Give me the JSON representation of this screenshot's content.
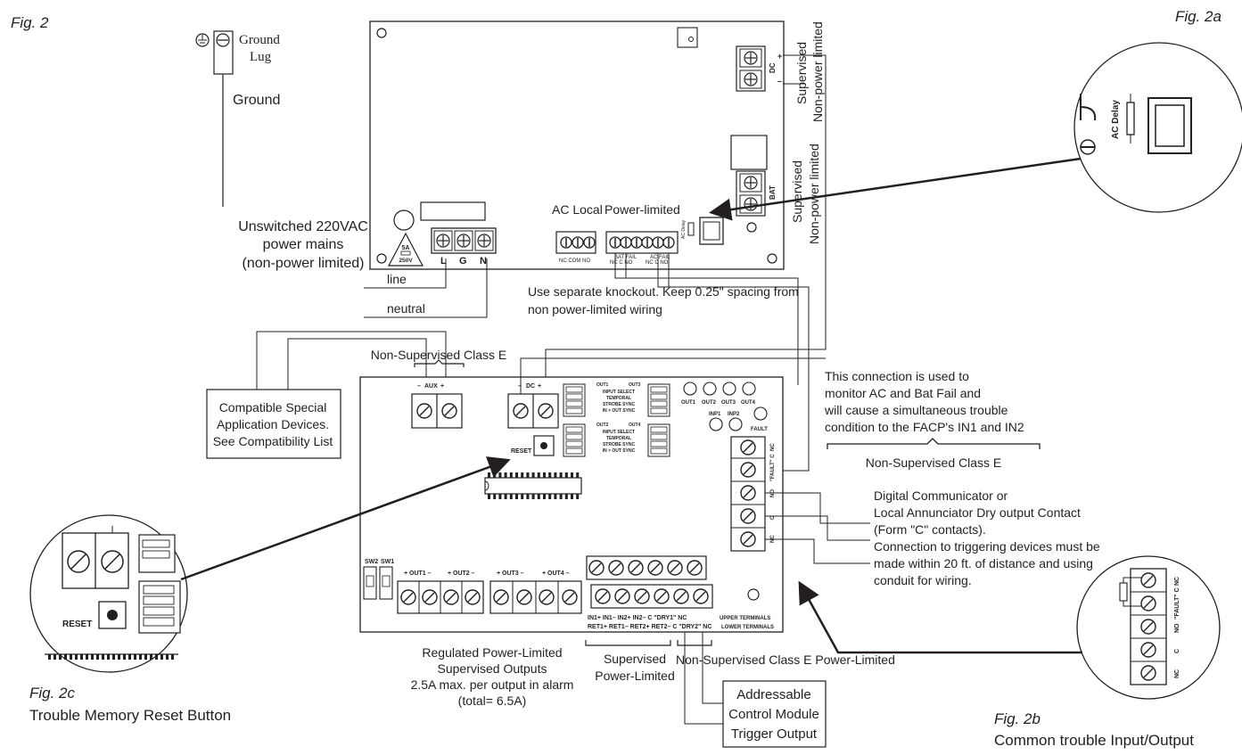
{
  "figures": {
    "fig2": "Fig. 2",
    "fig2a": "Fig. 2a",
    "fig2b": "Fig. 2b",
    "fig2b_caption": "Common trouble Input/Output",
    "fig2c": "Fig. 2c",
    "fig2c_caption": "Trouble Memory Reset Button"
  },
  "ground": {
    "lug_line1": "Ground",
    "lug_line2": "Lug",
    "label": "Ground"
  },
  "mains": {
    "line1": "Unswitched 220VAC",
    "line2": "power mains",
    "line3": "(non-power limited)",
    "line": "line",
    "neutral": "neutral",
    "fuse_rating": "5A",
    "fuse_voltage": "250V",
    "terminals": [
      "L",
      "G",
      "N"
    ]
  },
  "upper_board": {
    "ac_local": "AC Local",
    "power_limited": "Power-limited",
    "ac_local_terminals": "NC COM NO",
    "bat_fail": "BAT FAIL",
    "ac_fail": "AC FAIL",
    "fail_terms": "NC  C  NO",
    "ac_delay": "AC Delay",
    "dc": "DC",
    "bat": "BAT",
    "supervised_dc_1": "Supervised",
    "supervised_dc_2": "Non-power limited",
    "supervised_bat_1": "Supervised",
    "supervised_bat_2": "Non-power limited",
    "knockout_1": "Use separate knockout. Keep 0.25\" spacing from",
    "knockout_2": "non power-limited wiring"
  },
  "lower_board": {
    "class_e_top": "Non-Supervised Class E",
    "aux": "AUX",
    "dc": "DC",
    "out1": "OUT1",
    "out2": "OUT2",
    "out3": "OUT3",
    "out4": "OUT4",
    "input_select": "INPUT SELECT",
    "temporal": "TEMPORAL",
    "strobe_sync": "STROBE SYNC",
    "in_out_sync": "IN > OUT SYNC",
    "inp1": "INP1",
    "inp2": "INP2",
    "fault": "FAULT",
    "reset": "RESET",
    "sw2": "SW2",
    "sw1": "SW1",
    "out_labels": [
      "+ OUT1 –",
      "+ OUT2 –",
      "+ OUT3 –",
      "+ OUT4 –"
    ],
    "upper_terms": "IN1+  IN1–   IN2+  IN2–  C  \"DRY1\" NC",
    "lower_terms": "RET1+ RET1– RET2+ RET2–  C  \"DRY2\" NC",
    "upper_terminals": "UPPER TERMINALS",
    "lower_terminals": "LOWER TERMINALS",
    "fault_side": [
      "NC",
      "\"FAULT\"  C",
      "NO",
      "C",
      "NC"
    ]
  },
  "devices": {
    "line1": "Compatible Special",
    "line2": "Application Devices.",
    "line3": "See Compatibility List"
  },
  "connection_note": {
    "line1": "This connection is used to",
    "line2": "monitor AC and Bat Fail and",
    "line3": "will cause a simultaneous trouble",
    "line4": "condition to the FACP's IN1 and IN2",
    "class_e": "Non-Supervised Class E"
  },
  "communicator": {
    "line1": "Digital Communicator or",
    "line2": "Local Annunciator Dry output Contact",
    "line3": "(Form \"C\" contacts).",
    "line4": "Connection to triggering devices must be",
    "line5": "made within 20 ft. of distance and using",
    "line6": "conduit for wiring."
  },
  "regulated": {
    "line1": "Regulated Power-Limited",
    "line2": "Supervised Outputs",
    "line3": "2.5A max. per output in alarm",
    "line4": "(total= 6.5A)"
  },
  "bottom": {
    "supervised_1": "Supervised",
    "supervised_2": "Power-Limited",
    "class_e_pl": "Non-Supervised Class E Power-Limited",
    "acm_1": "Addressable",
    "acm_2": "Control Module",
    "acm_3": "Trigger Output"
  },
  "zoom_2a": {
    "ac_delay": "AC Delay"
  },
  "zoom_2b": {
    "labels": [
      "NC",
      "\"FAULT\" C",
      "NO",
      "C",
      "NC"
    ]
  },
  "zoom_2c": {
    "reset": "RESET"
  }
}
